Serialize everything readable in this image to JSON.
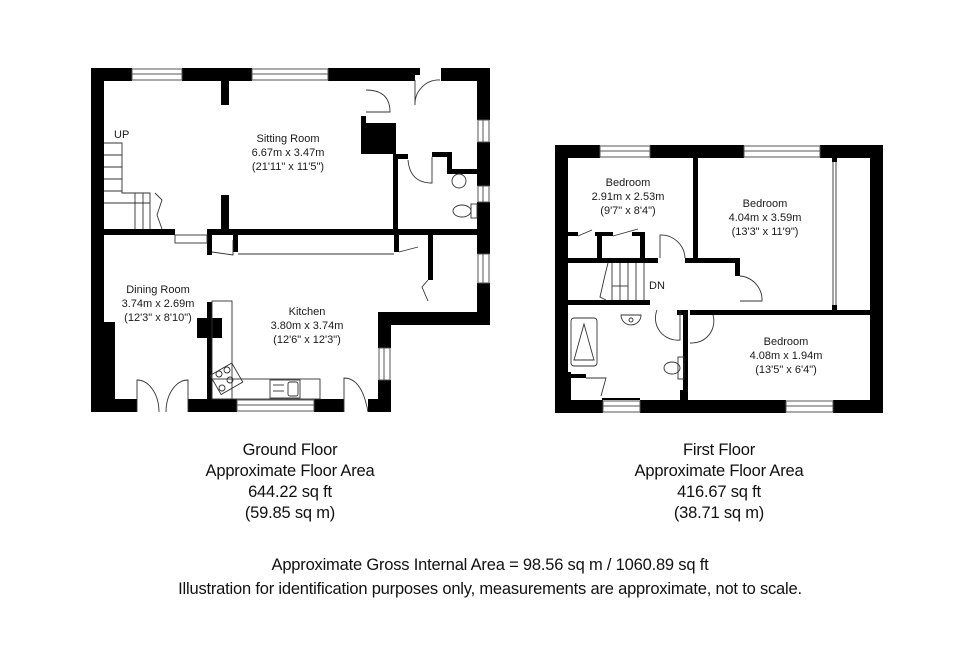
{
  "colors": {
    "wall": "#000000",
    "line": "#333333",
    "background": "#ffffff",
    "text": "#111111"
  },
  "ground_floor": {
    "rooms": [
      {
        "name": "Sitting Room",
        "metric": "6.67m x 3.47m",
        "imperial": "(21'11\" x 11'5\")"
      },
      {
        "name": "Dining Room",
        "metric": "3.74m x 2.69m",
        "imperial": "(12'3\" x 8'10\")"
      },
      {
        "name": "Kitchen",
        "metric": "3.80m x 3.74m",
        "imperial": "(12'6\" x 12'3\")"
      }
    ],
    "stairs_label": "UP",
    "summary": {
      "title": "Ground Floor",
      "subtitle": "Approximate Floor Area",
      "sq_ft": "644.22 sq ft",
      "sq_m": "(59.85 sq m)"
    }
  },
  "first_floor": {
    "rooms": [
      {
        "name": "Bedroom",
        "metric": "2.91m x 2.53m",
        "imperial": "(9'7\" x 8'4\")"
      },
      {
        "name": "Bedroom",
        "metric": "4.04m x 3.59m",
        "imperial": "(13'3\" x 11'9\")"
      },
      {
        "name": "Bedroom",
        "metric": "4.08m x 1.94m",
        "imperial": "(13'5\" x 6'4\")"
      }
    ],
    "stairs_label": "DN",
    "summary": {
      "title": "First Floor",
      "subtitle": "Approximate Floor Area",
      "sq_ft": "416.67 sq ft",
      "sq_m": "(38.71 sq m)"
    }
  },
  "footer": {
    "gross_area": "Approximate Gross Internal Area = 98.56 sq m / 1060.89 sq ft",
    "disclaimer": "Illustration for identification purposes only, measurements are approximate, not to scale."
  }
}
